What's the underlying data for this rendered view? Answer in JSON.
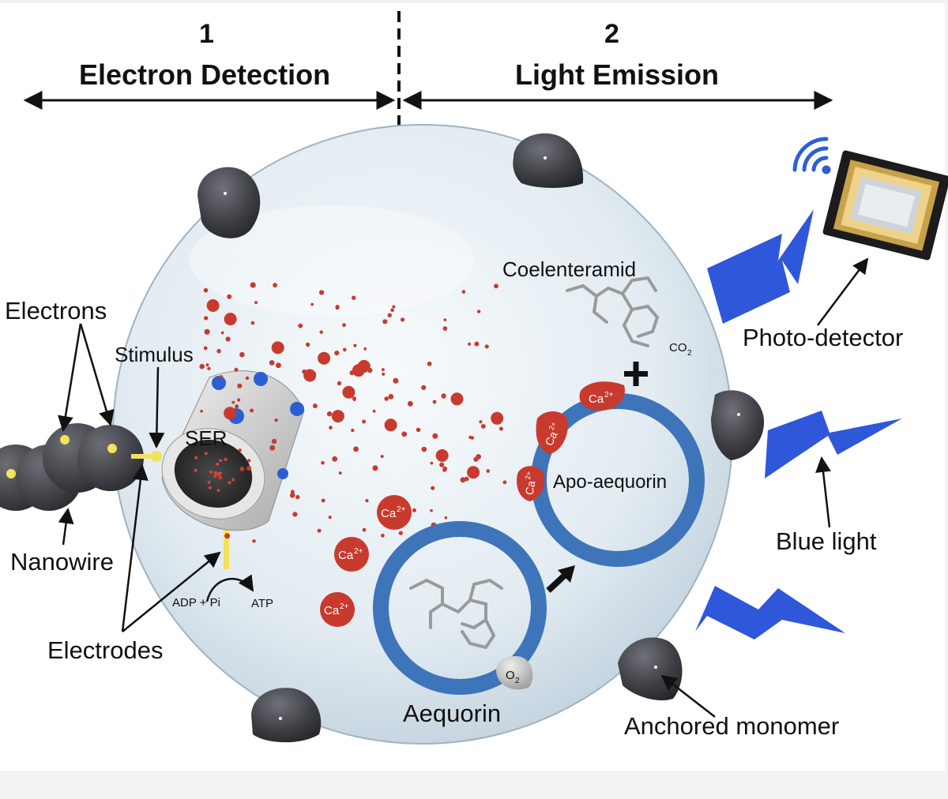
{
  "header": {
    "section1": {
      "number": "1",
      "title": "Electron Detection"
    },
    "section2": {
      "number": "2",
      "title": "Light Emission"
    }
  },
  "labels": {
    "electrons": "Electrons",
    "stimulus": "Stimulus",
    "ser": "SER",
    "nanowire": "Nanowire",
    "electrodes": "Electrodes",
    "adp_pi": "ADP + Pi",
    "atp": "ATP",
    "coelenteramid": "Coelenteramid",
    "co2": "CO",
    "co2_sub": "2",
    "plus": "+",
    "apo_aequorin": "Apo-aequorin",
    "aequorin": "Aequorin",
    "o2": "O",
    "o2_sub": "2",
    "photo_detector": "Photo-detector",
    "blue_light": "Blue light",
    "anchored_monomer": "Anchored monomer",
    "ca_ion": "Ca",
    "ca_charge": "2+"
  },
  "colors": {
    "membrane": "#d6e4ee",
    "ring": "#3e74b9",
    "calcium": "#c83a2e",
    "bolt": "#2f57d9",
    "connector": "#f4e35a",
    "monomer": "#3d3f44"
  },
  "icons": {
    "wifi": "wifi-icon",
    "chip": "photodetector-chip-icon"
  }
}
